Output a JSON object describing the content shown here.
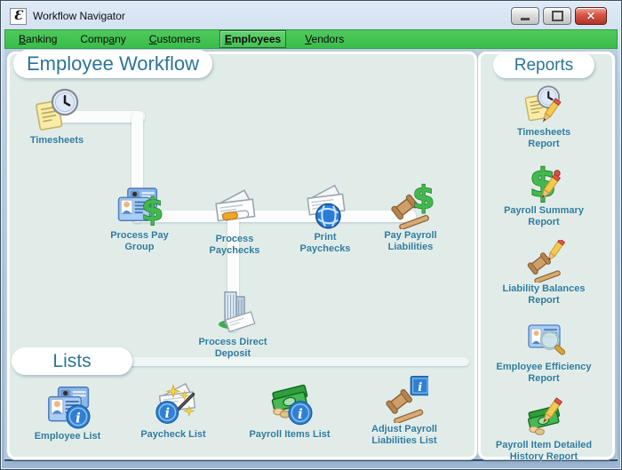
{
  "window": {
    "title": "Workflow Navigator",
    "app_icon": "script-e",
    "controls": {
      "minimize": "minimize",
      "maximize": "maximize",
      "close": "close"
    }
  },
  "menu": {
    "items": [
      {
        "pre": "",
        "u": "B",
        "post": "anking",
        "active": false
      },
      {
        "pre": "Comp",
        "u": "a",
        "post": "ny",
        "active": false
      },
      {
        "pre": "",
        "u": "C",
        "post": "ustomers",
        "active": false
      },
      {
        "pre": "",
        "u": "E",
        "post": "mployees",
        "active": true
      },
      {
        "pre": "",
        "u": "V",
        "post": "endors",
        "active": false
      }
    ]
  },
  "main": {
    "title": "Employee Workflow",
    "lists_title": "Lists",
    "workflow_items": [
      {
        "id": "timesheets",
        "label": "Timesheets",
        "icon": "timesheet-clock-icon"
      },
      {
        "id": "process-pay-group",
        "label": "Process Pay\nGroup",
        "icon": "employee-cards-dollar-icon"
      },
      {
        "id": "process-paychecks",
        "label": "Process\nPaychecks",
        "icon": "paychecks-pen-icon"
      },
      {
        "id": "print-paychecks",
        "label": "Print\nPaychecks",
        "icon": "paychecks-globe-icon"
      },
      {
        "id": "pay-payroll-liabilities",
        "label": "Pay Payroll\nLiabilities",
        "icon": "gavel-dollar-icon"
      },
      {
        "id": "process-direct-deposit",
        "label": "Process Direct\nDeposit",
        "icon": "bank-building-check-icon"
      }
    ],
    "list_items": [
      {
        "id": "employee-list",
        "label": "Employee List",
        "icon": "employee-cards-info-icon"
      },
      {
        "id": "paycheck-list",
        "label": "Paycheck List",
        "icon": "paycheck-wand-info-icon"
      },
      {
        "id": "payroll-items-list",
        "label": "Payroll Items List",
        "icon": "money-stack-info-icon"
      },
      {
        "id": "adjust-payroll-liabilities-list",
        "label": "Adjust Payroll\nLiabilities List",
        "icon": "gavel-info-icon"
      }
    ]
  },
  "reports": {
    "title": "Reports",
    "items": [
      {
        "id": "timesheets-report",
        "label": "Timesheets\nReport",
        "icon": "timesheet-pencil-icon"
      },
      {
        "id": "payroll-summary-report",
        "label": "Payroll Summary\nReport",
        "icon": "dollar-pencil-icon"
      },
      {
        "id": "liability-balances-report",
        "label": "Liability Balances\nReport",
        "icon": "gavel-pencil-icon"
      },
      {
        "id": "employee-efficiency-report",
        "label": "Employee Efficiency\nReport",
        "icon": "card-magnifier-icon"
      },
      {
        "id": "payroll-item-detailed-history-report",
        "label": "Payroll Item Detailed\nHistory Report",
        "icon": "money-pencil-icon"
      }
    ]
  },
  "colors": {
    "menu_green": "#3ec24f",
    "panel_background": "#e1ece9",
    "label_teal": "#2e7b9d",
    "pill_title_teal": "#2e7596",
    "close_button_red": "#c8473c",
    "titlebar_blue": "#bdd2e8"
  }
}
